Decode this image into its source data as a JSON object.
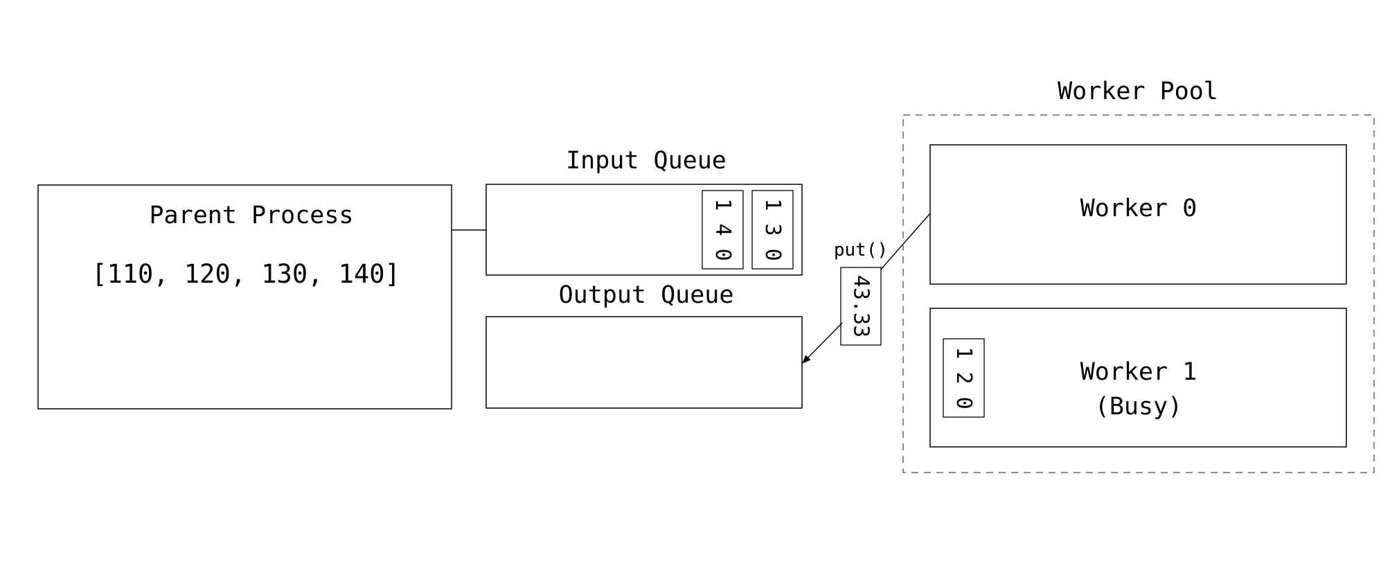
{
  "parent": {
    "title": "Parent Process",
    "list": "[110, 120, 130, 140]"
  },
  "input_queue": {
    "title": "Input Queue",
    "items": [
      "1 4 0",
      "1 3 0"
    ]
  },
  "output_queue": {
    "title": "Output Queue"
  },
  "transfer": {
    "call": "put()",
    "value": "43.33"
  },
  "pool": {
    "title": "Worker Pool",
    "workers": [
      {
        "name": "Worker 0",
        "status": "",
        "holding": ""
      },
      {
        "name": "Worker 1",
        "status": "(Busy)",
        "holding": "1 2 0"
      }
    ]
  },
  "colors": {
    "line": "#000000",
    "pool_border": "#666666",
    "background": "#ffffff"
  }
}
